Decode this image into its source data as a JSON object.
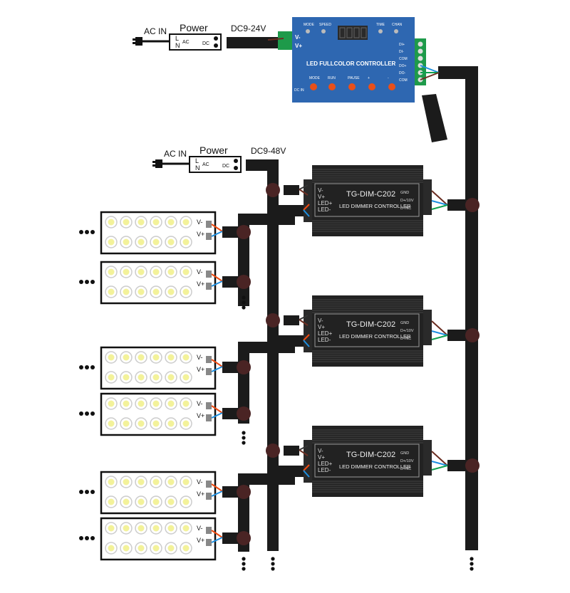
{
  "power_supply_1": {
    "input_label": "AC IN",
    "title": "Power",
    "output_label": "DC9-24V",
    "ac_pins": [
      "L",
      "N"
    ],
    "ac_text": "AC",
    "dc_text": "DC",
    "dc_minus": "-",
    "dc_plus": "+"
  },
  "power_supply_2": {
    "input_label": "AC IN",
    "title": "Power",
    "output_label": "DC9-48V",
    "ac_pins": [
      "L",
      "N"
    ],
    "ac_text": "AC",
    "dc_text": "DC",
    "dc_minus": "-",
    "dc_plus": "+"
  },
  "controller": {
    "title": "LED FULLCOLOR CONTROLLER",
    "top_buttons": [
      "MODE",
      "SPEED",
      "TIME",
      "CHAN"
    ],
    "bottom_buttons": [
      "MODE",
      "RUN",
      "PAUSE",
      "+",
      "-"
    ],
    "dc_in": "DC IN",
    "power_pins": [
      "V-",
      "V+"
    ],
    "signal_pins": [
      "DI+",
      "DI-",
      "COM",
      "DO+",
      "DO-",
      "COM"
    ],
    "color": "#2e67b1"
  },
  "dimmers": [
    {
      "model": "TG-DIM-C202",
      "subtitle": "LED DIMMER CONTROLLER",
      "left_pins": [
        "V-",
        "V+",
        "LED+",
        "LED-"
      ],
      "right_pins": [
        "GND",
        "D+/10V",
        "D-/NC"
      ]
    },
    {
      "model": "TG-DIM-C202",
      "subtitle": "LED DIMMER CONTROLLER",
      "left_pins": [
        "V-",
        "V+",
        "LED+",
        "LED-"
      ],
      "right_pins": [
        "GND",
        "D+/10V",
        "D-/NC"
      ]
    },
    {
      "model": "TG-DIM-C202",
      "subtitle": "LED DIMMER CONTROLLER",
      "left_pins": [
        "V-",
        "V+",
        "LED+",
        "LED-"
      ],
      "right_pins": [
        "GND",
        "D+/10V",
        "D-/NC"
      ]
    }
  ],
  "led_module": {
    "pins": [
      "V-",
      "V+"
    ],
    "rows": 2,
    "leds_per_row": 6,
    "count": 6
  },
  "continuation": "•••",
  "wire_colors": {
    "brown": "#6b2e22",
    "blue": "#1d8fe0",
    "green": "#10a050",
    "orange": "#f04a10",
    "cable": "#1b1b1b",
    "junction": "#4a2424"
  }
}
